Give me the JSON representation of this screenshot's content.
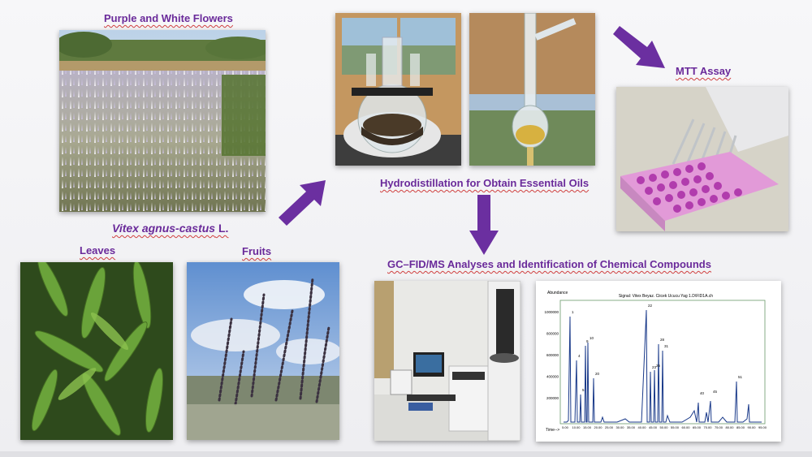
{
  "labels": {
    "flowers": "Purple and White Flowers",
    "species_italic": "Vitex agnus-castus",
    "species_suffix": " L.",
    "leaves": "Leaves",
    "fruits": "Fruits",
    "hydrodistillation": "Hydrodistillation for Obtain Essential Oils",
    "mtt": "MTT Assay",
    "gc": "GC–FID/MS Analyses and Identification of Chemical Compounds"
  },
  "chromatogram": {
    "title": "Signal: Vitex Beyaz. Ciicek Ucucu Yag 1.D\\FID1A.ch",
    "y_axis_label": "Abundance",
    "x_axis_label": "Time-->",
    "y_ticks": [
      "1000000",
      "800000",
      "600000",
      "400000",
      "200000"
    ],
    "x_ticks": [
      "5.00",
      "10.00",
      "15.00",
      "20.00",
      "25.00",
      "30.00",
      "35.00",
      "40.00",
      "45.00",
      "50.00",
      "55.00",
      "60.00",
      "65.00",
      "70.00",
      "75.00",
      "80.00",
      "85.00",
      "90.00",
      "95.00"
    ],
    "peak_labels": [
      "1",
      "4",
      "5",
      "9",
      "10",
      "20",
      "22",
      "23",
      "26",
      "28",
      "31",
      "40",
      "45",
      "51"
    ]
  },
  "colors": {
    "accent": "#6a2a9a",
    "arrow": "#6b2fa0",
    "underline": "#d04040"
  }
}
